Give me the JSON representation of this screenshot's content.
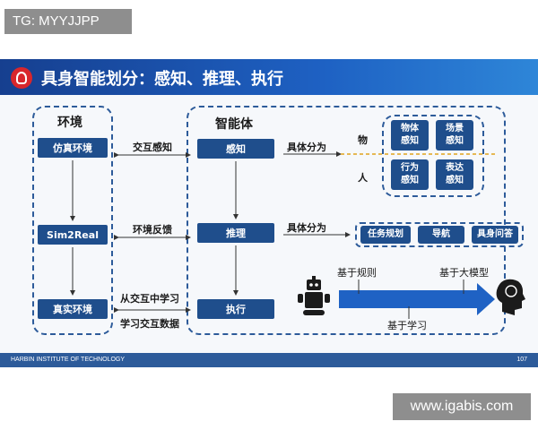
{
  "overlay_tag": "TG: MYYJJPP",
  "watermark": "www.igabis.com",
  "slide": {
    "title": "具身智能划分：感知、推理、执行",
    "footer_left": "HARBIN INSTITUTE OF TECHNOLOGY",
    "page_number": "107",
    "colors": {
      "primary": "#1f4e8c",
      "title_bar": "#1e61c3",
      "logo": "#d9262c"
    }
  },
  "environment": {
    "title": "环境",
    "boxes": [
      "仿真环境",
      "Sim2Real",
      "真实环境"
    ]
  },
  "links": [
    "交互感知",
    "环境反馈",
    "从交互中学习",
    "学习交互数据"
  ],
  "agent": {
    "title": "智能体",
    "boxes": [
      "感知",
      "推理",
      "执行"
    ]
  },
  "perception": {
    "split_label": "具体分为",
    "row_labels": [
      "物",
      "人"
    ],
    "items": [
      "物体\n感知",
      "场景\n感知",
      "行为\n感知",
      "表达\n感知"
    ]
  },
  "reasoning": {
    "split_label": "具体分为",
    "items": [
      "任务规划",
      "导航",
      "具身问答"
    ]
  },
  "execution": {
    "robot_icon": "robot-icon",
    "brain_icon": "brain-head-icon",
    "labels": [
      "基于规则",
      "基于大模型",
      "基于学习"
    ]
  }
}
